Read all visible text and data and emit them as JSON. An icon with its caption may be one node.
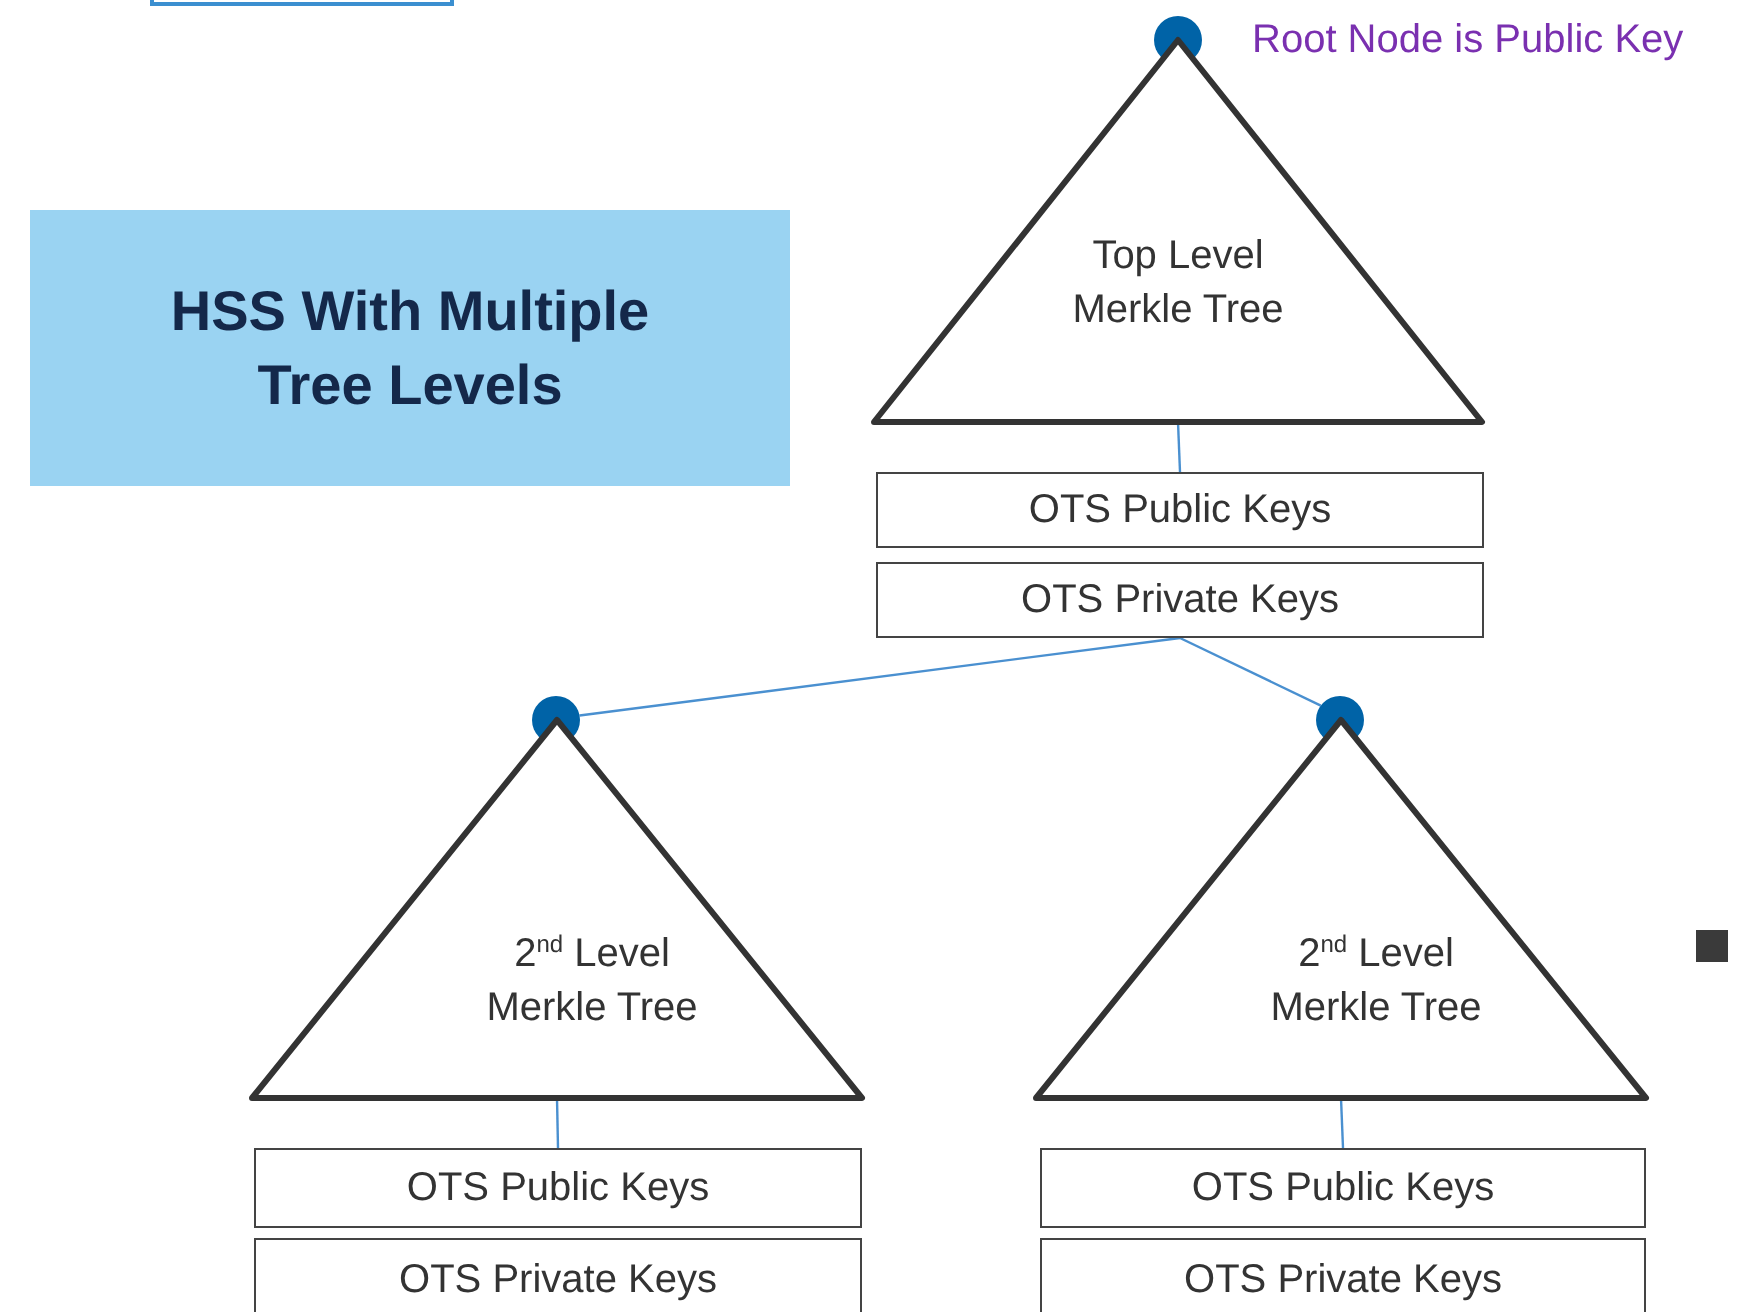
{
  "diagram": {
    "nodes": [
      {
        "text": [],
        "shape": "box"
      },
      {
        "text": [],
        "shape": "circle"
      },
      {
        "text": [
          "Top Level Merkle Tree"
        ]
      },
      {
        "text": [
          "HSS With Multiple Tree Levels"
        ]
      },
      {
        "text": [
          "OTS Public Keys"
        ]
      },
      {
        "text": [
          "OTS Private Keys"
        ]
      },
      {
        "text": [],
        "shape": "circle"
      },
      {
        "text": [],
        "shape": "circle"
      },
      {
        "text": [
          "2$^{nd}$ Level Merkle Tree"
        ]
      },
      {
        "text": [
          "2$^{nd}$ Level Merkle Tree"
        ]
      },
      {
        "text": [
          "OTS Public Keys"
        ]
      },
      {
        "text": [
          "OTS Private Keys"
        ]
      },
      {
        "text": [
          "OTS Public Keys"
        ]
      },
      {
        "text": [
          "OTS Private Keys"
        ]
      }
    ],
    "edges": [
      {
        "from": 2,
        "to": 4,
        "arrow": "none"
      },
      {
        "from": 5,
        "to": 6,
        "arrow": "none"
      },
      {
        "from": 5,
        "to": 7,
        "arrow": "none"
      },
      {
        "from": 8,
        "to": 10,
        "arrow": "none"
      },
      {
        "from": 9,
        "to": 12,
        "arrow": "none"
      }
    ],
    "labels": [
      "Root Node is Public Key"
    ]
  }
}
